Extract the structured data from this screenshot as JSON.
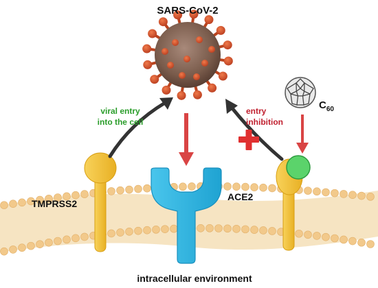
{
  "labels": {
    "virus": "SARS-CoV-2",
    "tmprss2": "TMPRSS2",
    "ace2": "ACE2",
    "viral_entry_line1": "viral entry",
    "viral_entry_line2": "into the cell",
    "entry_inhibition_line1": "entry",
    "entry_inhibition_line2": "inhibition",
    "fullerene_base": "C",
    "fullerene_sub": "60",
    "intracellular": "intracellular environment"
  },
  "colors": {
    "membrane": "#f6e4c2",
    "membrane_bead": "#f2c98b",
    "receptor_yellow": "#f6c83c",
    "ace2_blue": "#2fb7e3",
    "fullerene_green": "#5bd36b",
    "virus_body": "#8a6a58",
    "virus_spike": "#d9502b",
    "arrow_red": "#d94444",
    "arrow_dark": "#333333",
    "text_green": "#2a9d2a",
    "text_red": "#c0202f",
    "inhibition_cross": "#e03030"
  },
  "icons": {
    "virus": "coronavirus-icon",
    "fullerene": "fullerene-icon",
    "cross": "plus-cross-icon"
  }
}
